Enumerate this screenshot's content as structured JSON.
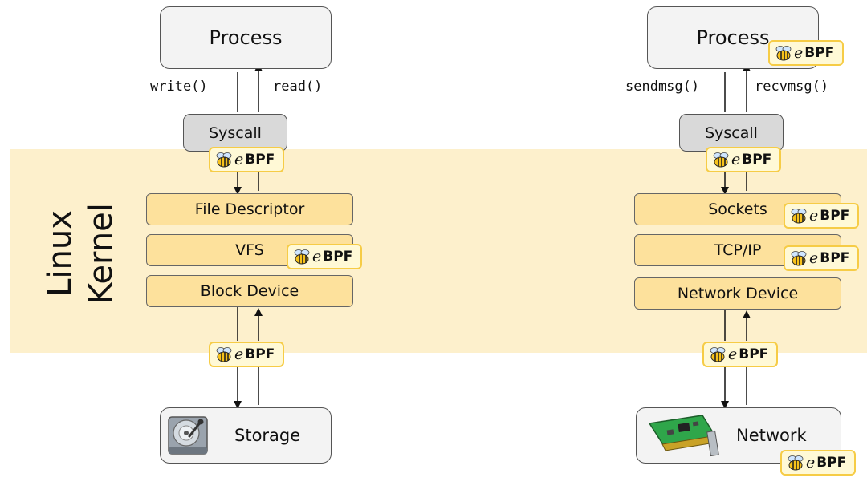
{
  "kernel_label": [
    "Linux",
    "Kernel"
  ],
  "left": {
    "process": "Process",
    "call_down": "write()",
    "call_up": "read()",
    "syscall": "Syscall",
    "layers": [
      "File Descriptor",
      "VFS",
      "Block Device"
    ],
    "device": "Storage",
    "device_icon": "hard-disk-icon"
  },
  "right": {
    "process": "Process",
    "call_down": "sendmsg()",
    "call_up": "recvmsg()",
    "syscall": "Syscall",
    "layers": [
      "Sockets",
      "TCP/IP",
      "Network Device"
    ],
    "device": "Network",
    "device_icon": "network-card-icon"
  },
  "badge": {
    "prefix": "e",
    "suffix": "BPF",
    "icon": "bee-icon"
  },
  "colors": {
    "kernel_band": "#fdf0cc",
    "layer_fill": "#fde19c",
    "syscall_fill": "#d9d9d9",
    "process_fill": "#f3f3f3",
    "badge_fill": "#fff9d6",
    "badge_border": "#f6cc46"
  }
}
